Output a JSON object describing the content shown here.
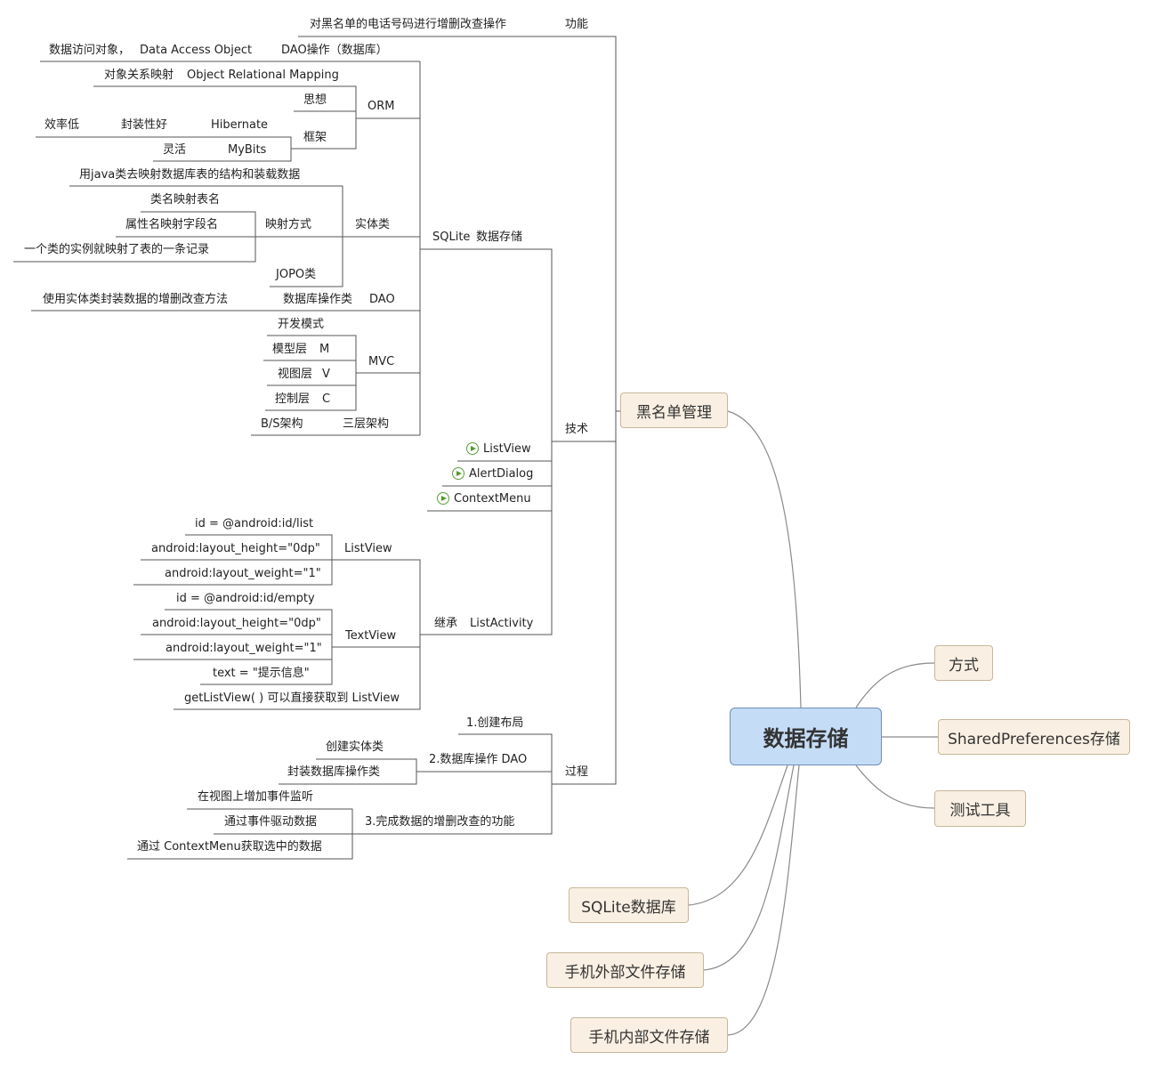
{
  "root": "数据存储",
  "topics": {
    "method": "方式",
    "shared_prefs": "SharedPreferences存储",
    "test_tools": "测试工具",
    "sqlite_db": "SQLite数据库",
    "external_storage": "手机外部文件存储",
    "internal_storage": "手机内部文件存储",
    "blacklist": "黑名单管理"
  },
  "blacklist": {
    "function": "功能",
    "function_desc": "对黑名单的电话号码进行增删改查操作",
    "technology": "技术",
    "process": "过程"
  },
  "sqlite": {
    "label_a": "SQLite",
    "label_b": "数据存储",
    "dao_op": "DAO操作（数据库）",
    "dao_desc_a": "数据访问对象，",
    "dao_desc_b": "Data Access Object",
    "orm": "ORM",
    "orm_desc_a": "对象关系映射",
    "orm_desc_b": "Object Relational Mapping",
    "idea": "思想",
    "framework": "框架",
    "hibernate": "Hibernate",
    "well_encapsulated": "封装性好",
    "low_efficiency": "效率低",
    "mybits": "MyBits",
    "flexible": "灵活",
    "entity": "实体类",
    "entity_desc": "用java类去映射数据库表的结构和装载数据",
    "mapping": "映射方式",
    "class_to_table": "类名映射表名",
    "attr_to_field": "属性名映射字段名",
    "instance_to_record": "一个类的实例就映射了表的一条记录",
    "jopo": "JOPO类",
    "db_op_class": "数据库操作类",
    "dao": "DAO",
    "dao_crud": "使用实体类封装数据的增删改查方法",
    "mvc": "MVC",
    "dev_mode": "开发模式",
    "model_layer": "模型层",
    "m": "M",
    "view_layer": "视图层",
    "v": "V",
    "control_layer": "控制层",
    "c": "C",
    "three_tier": "三层架构",
    "bs": "B/S架构"
  },
  "widgets": {
    "listview": "ListView",
    "alertdialog": "AlertDialog",
    "contextmenu": "ContextMenu"
  },
  "inherit": {
    "label_a": "继承",
    "label_b": "ListActivity",
    "listview": "ListView",
    "lv_id": "id = @android:id/list",
    "lv_height": "android:layout_height=\"0dp\"",
    "lv_weight": "android:layout_weight=\"1\"",
    "textview": "TextView",
    "tv_id": "id = @android:id/empty",
    "tv_height": "android:layout_height=\"0dp\"",
    "tv_weight": "android:layout_weight=\"1\"",
    "tv_text": "text = \"提示信息\"",
    "getlistview": "getListView( ) 可以直接获取到 ListView"
  },
  "process": {
    "step1": "1.创建布局",
    "step2": "2.数据库操作 DAO",
    "create_entity": "创建实体类",
    "wrap_db": "封装数据库操作类",
    "step3": "3.完成数据的增删改查的功能",
    "add_listener": "在视图上增加事件监听",
    "event_driven": "通过事件驱动数据",
    "context_menu_get": "通过 ContextMenu获取选中的数据"
  },
  "colors": {
    "line": "#555555",
    "curve": "#8a8a8a",
    "topic_fill": "#f9f0e3",
    "topic_border": "#c8b69a",
    "root_fill": "#c5dcf7",
    "root_border": "#6f8fb8",
    "play_icon": "#4f9a2e"
  }
}
